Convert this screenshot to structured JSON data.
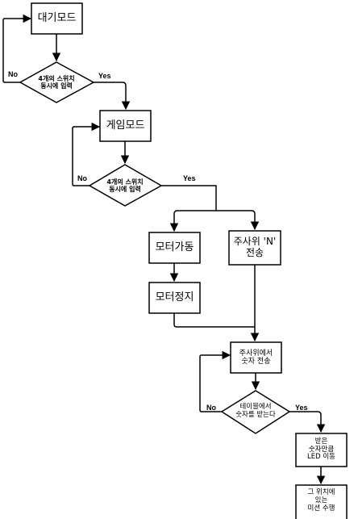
{
  "nodes": {
    "standby_mode": "대기모드",
    "decision_switch_1": "4개의 스위치\n동시에 입력",
    "game_mode": "게임모드",
    "decision_switch_2": "4개의 스위치\n동시에 입력",
    "motor_run": "모터가동",
    "send_dice_n": "주사위 'N'\n전송",
    "motor_stop": "모터정지",
    "dice_send_number": "주사위에서\n숫자 전송",
    "decision_table_receive": "테이블에서\n숫자를 받는다",
    "move_led": "받은\n숫자만큼\nLED 이동",
    "mission": "그 위치에\n있는\n미션 수행"
  },
  "edges": {
    "no_1": "No",
    "yes_1": "Yes",
    "no_2": "No",
    "yes_2": "Yes",
    "no_3": "No",
    "yes_3": "Yes"
  },
  "colors": {
    "stroke": "#000000",
    "fill": "#ffffff"
  }
}
